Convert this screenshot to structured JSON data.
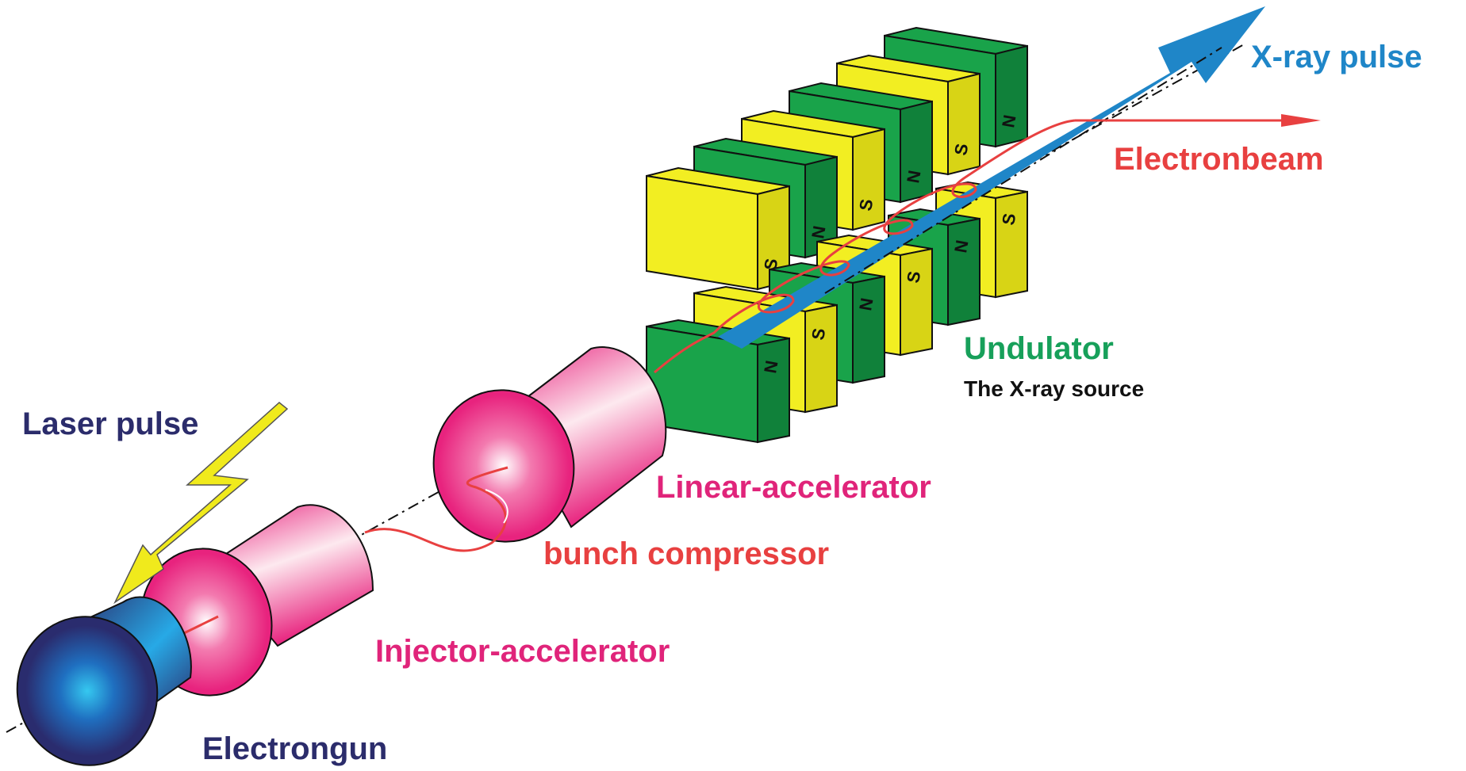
{
  "labels": {
    "xray_pulse": "X-ray pulse",
    "electronbeam": "Electronbeam",
    "undulator": "Undulator",
    "undulator_sub": "The X-ray source",
    "laser_pulse": "Laser pulse",
    "linear_accelerator": "Linear-accelerator",
    "bunch_compressor": "bunch compressor",
    "injector_accelerator": "Injector-accelerator",
    "electrongun": "Electrongun"
  },
  "magnet_poles": {
    "north": "N",
    "south": "S"
  },
  "colors": {
    "xray_blue": "#1f86c8",
    "electron_red": "#e84040",
    "undulator_green": "#17a05a",
    "magnet_green": "#19a34a",
    "magnet_yellow": "#f2ee22",
    "navy": "#2b2c6b",
    "accelerator_pink": "#e8237e",
    "laser_yellow": "#f0ea1c"
  },
  "icons": {
    "laser": "lightning-bolt-arrow",
    "xray": "wide-arrow",
    "beam": "thin-arrow"
  }
}
